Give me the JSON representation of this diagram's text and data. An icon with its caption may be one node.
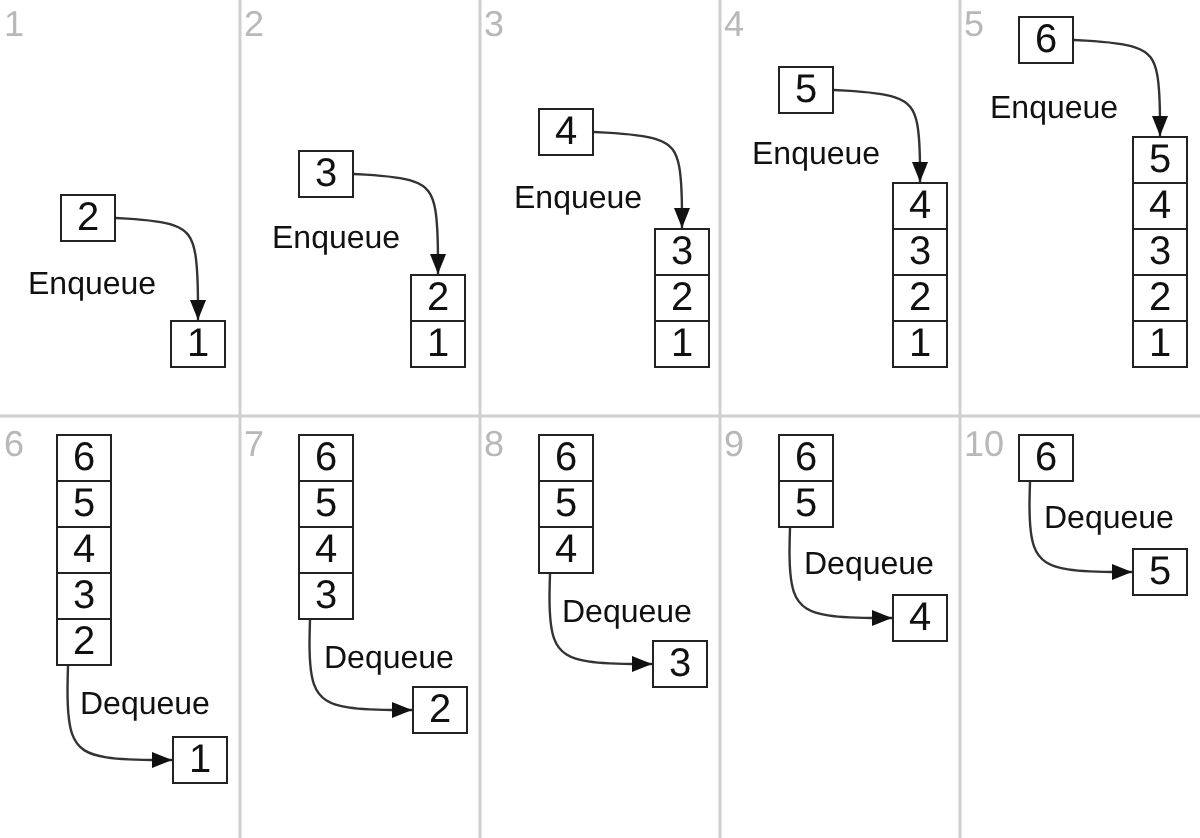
{
  "diagram": {
    "nodes": [
      {
        "text": [
          "2"
        ]
      },
      {
        "text": [
          "1"
        ]
      },
      {
        "text": [
          "3"
        ]
      },
      {
        "text": [
          "2"
        ]
      },
      {
        "text": [
          "1"
        ]
      },
      {
        "text": [
          "4"
        ]
      },
      {
        "text": [
          "3"
        ]
      },
      {
        "text": [
          "2"
        ]
      },
      {
        "text": [
          "1"
        ]
      },
      {
        "text": [
          "5"
        ]
      },
      {
        "text": [
          "4"
        ]
      },
      {
        "text": [
          "3"
        ]
      },
      {
        "text": [
          "2"
        ]
      },
      {
        "text": [
          "1"
        ]
      },
      {
        "text": [
          "6"
        ]
      },
      {
        "text": [
          "5"
        ]
      },
      {
        "text": [
          "4"
        ]
      },
      {
        "text": [
          "3"
        ]
      },
      {
        "text": [
          "2"
        ]
      },
      {
        "text": [
          "1"
        ]
      },
      {
        "text": [
          "6"
        ]
      },
      {
        "text": [
          "5"
        ]
      },
      {
        "text": [
          "4"
        ]
      },
      {
        "text": [
          "3"
        ]
      },
      {
        "text": [
          "2"
        ]
      },
      {
        "text": [
          "1"
        ]
      },
      {
        "text": [
          "6"
        ]
      },
      {
        "text": [
          "5"
        ]
      },
      {
        "text": [
          "4"
        ]
      },
      {
        "text": [
          "3"
        ]
      },
      {
        "text": [
          "2"
        ]
      },
      {
        "text": [
          "6"
        ]
      },
      {
        "text": [
          "5"
        ]
      },
      {
        "text": [
          "4"
        ]
      },
      {
        "text": [
          "3"
        ]
      },
      {
        "text": [
          "6"
        ]
      },
      {
        "text": [
          "5"
        ]
      },
      {
        "text": [
          "4"
        ]
      },
      {
        "text": [
          "6"
        ]
      },
      {
        "text": [
          "5"
        ]
      }
    ],
    "edges": [
      {
        "from": 0,
        "to": 1,
        "arrow": "to",
        "label": "Enqueue"
      },
      {
        "from": 2,
        "to": 3,
        "arrow": "to",
        "label": "Enqueue"
      },
      {
        "from": 5,
        "to": 6,
        "arrow": "to",
        "label": "Enqueue"
      },
      {
        "from": 9,
        "to": 10,
        "arrow": "to",
        "label": "Enqueue"
      },
      {
        "from": 14,
        "to": 15,
        "arrow": "to",
        "label": "Enqueue"
      },
      {
        "from": 24,
        "to": 25,
        "arrow": "to",
        "label": "Dequeue"
      },
      {
        "from": 29,
        "to": 30,
        "arrow": "to",
        "label": "Dequeue"
      },
      {
        "from": 33,
        "to": 34,
        "arrow": "to",
        "label": "Dequeue"
      },
      {
        "from": 36,
        "to": 37,
        "arrow": "to",
        "label": "Dequeue"
      },
      {
        "from": 38,
        "to": 39,
        "arrow": "to",
        "label": "Dequeue"
      }
    ],
    "labels": [
      "1",
      "2",
      "3",
      "4",
      "5",
      "6",
      "7",
      "8",
      "9",
      "10"
    ]
  }
}
